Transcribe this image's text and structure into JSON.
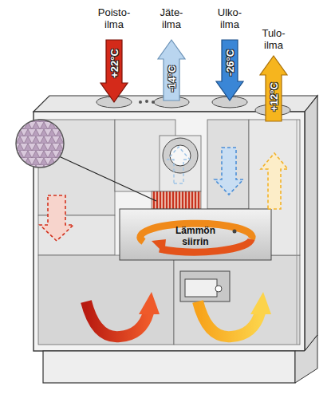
{
  "diagram": {
    "nodes": [
      {
        "text": [
          "Poisto- ilma",
          "+22°C"
        ]
      },
      {
        "text": [
          "Jäte- ilma",
          "-14°C"
        ]
      },
      {
        "text": [
          "Ulko- ilma",
          "-26°C"
        ]
      },
      {
        "text": [
          "Tulo- ilma",
          "+12°C"
        ]
      },
      {
        "text": [
          "Lämmön siirrin"
        ]
      }
    ]
  }
}
